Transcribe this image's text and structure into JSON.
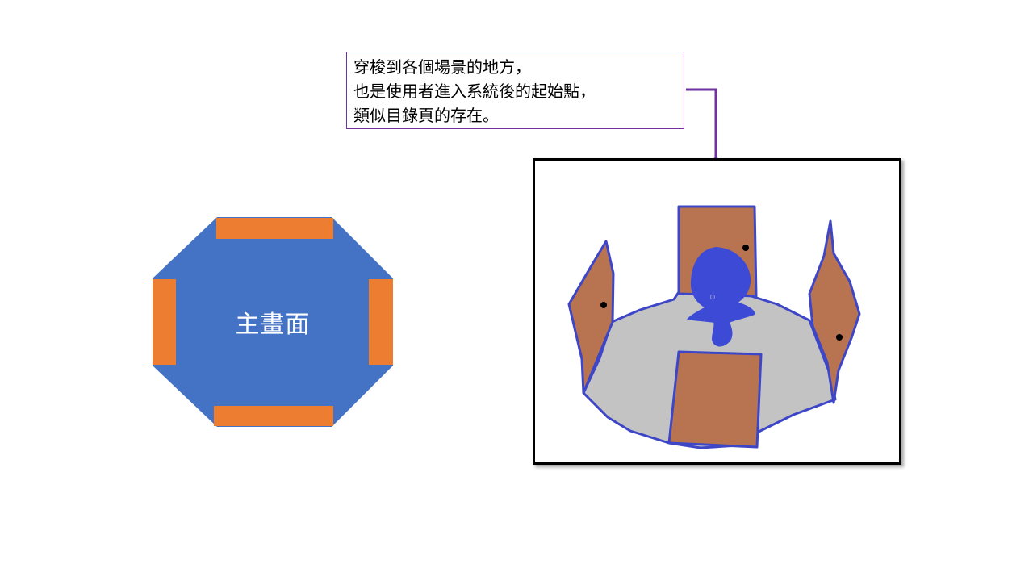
{
  "main_screen": {
    "label": "主畫面",
    "fill_color": "#4472c4",
    "door_color": "#ed7d31"
  },
  "callout": {
    "lines": [
      "穿梭到各個場景的地方，",
      "也是使用者進入系統後的起始點，",
      "類似目錄頁的存在。"
    ],
    "border_color": "#7030a0"
  },
  "sketch": {
    "floor_color": "#c3c3c3",
    "panel_color": "#b87451",
    "outline_color": "#3e46c8",
    "figure_color": "#3d4ad6"
  }
}
